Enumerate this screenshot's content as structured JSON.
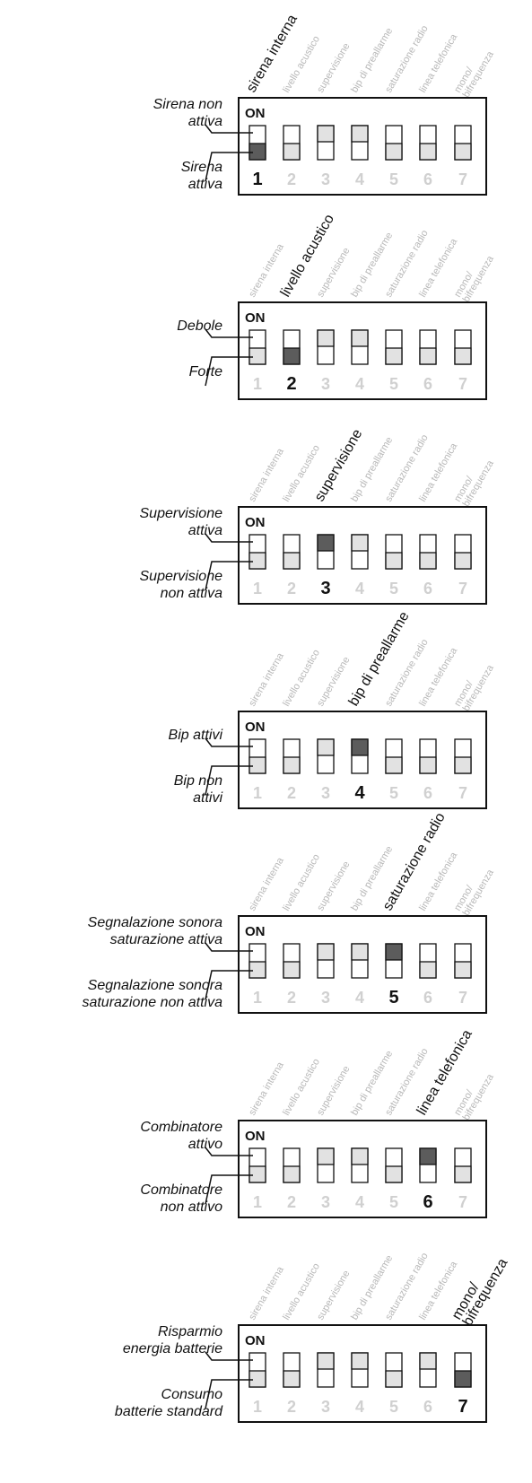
{
  "on_label": "ON",
  "switch_labels": [
    "sirena interna",
    "livello acustico",
    "supervisione",
    "bip di preallarme",
    "saturazione radio",
    "linea telefonica",
    "mono/ bifrequenza"
  ],
  "switch_numbers": [
    "1",
    "2",
    "3",
    "4",
    "5",
    "6",
    "7"
  ],
  "colors": {
    "active_block": "#5c5c5c",
    "inactive_block": "#e2e2e2",
    "faded_text": "#b8b8b8",
    "ink": "#111111"
  },
  "sections": [
    {
      "highlight": 0,
      "up_label": "Sirena non attiva",
      "down_label": "Sirena attiva",
      "states": [
        "down",
        "down",
        "up",
        "up",
        "down",
        "down",
        "down"
      ]
    },
    {
      "highlight": 1,
      "up_label": "Debole",
      "down_label": "Forte",
      "states": [
        "down",
        "down",
        "up",
        "up",
        "down",
        "down",
        "down"
      ]
    },
    {
      "highlight": 2,
      "up_label": "Supervisione attiva",
      "down_label": "Supervisione non attiva",
      "states": [
        "down",
        "down",
        "up",
        "up",
        "down",
        "down",
        "down"
      ]
    },
    {
      "highlight": 3,
      "up_label": "Bip attivi",
      "down_label": "Bip non attivi",
      "states": [
        "down",
        "down",
        "up",
        "up",
        "down",
        "down",
        "down"
      ]
    },
    {
      "highlight": 4,
      "up_label": "Segnalazione  sonora saturazione attiva",
      "down_label": "Segnalazione  sonora saturazione non attiva",
      "states": [
        "down",
        "down",
        "up",
        "up",
        "up",
        "down",
        "down"
      ]
    },
    {
      "highlight": 5,
      "up_label": "Combinatore attivo",
      "down_label": "Combinatore non attivo",
      "states": [
        "down",
        "down",
        "up",
        "up",
        "down",
        "up",
        "down"
      ]
    },
    {
      "highlight": 6,
      "up_label": "Risparmio energia batterie",
      "down_label": "Consumo batterie standard",
      "states": [
        "down",
        "down",
        "up",
        "up",
        "down",
        "up",
        "down"
      ]
    }
  ],
  "label_lines": {
    "up_0": [
      "Sirena non",
      "attiva"
    ],
    "down_0": [
      "Sirena",
      "attiva"
    ],
    "up_1": [
      "Debole"
    ],
    "down_1": [
      "Forte"
    ],
    "up_2": [
      "Supervisione",
      "attiva"
    ],
    "down_2": [
      "Supervisione",
      "non attiva"
    ],
    "up_3": [
      "Bip attivi"
    ],
    "down_3": [
      "Bip non",
      "attivi"
    ],
    "up_4": [
      "Segnalazione  sonora",
      "saturazione attiva"
    ],
    "down_4": [
      "Segnalazione  sonora",
      "saturazione non attiva"
    ],
    "up_5": [
      "Combinatore",
      "attivo"
    ],
    "down_5": [
      "Combinatore",
      "non attivo"
    ],
    "up_6": [
      "Risparmio",
      "energia batterie"
    ],
    "down_6": [
      "Consumo",
      "batterie standard"
    ]
  }
}
